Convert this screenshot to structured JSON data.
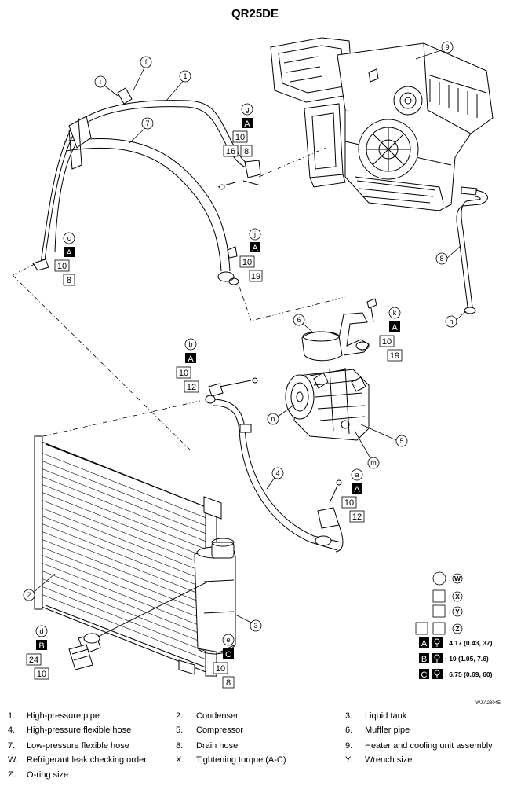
{
  "title": "QR25DE",
  "image_code": "WJIA2304E",
  "callouts": {
    "n1": "1",
    "n2": "2",
    "n3": "3",
    "n4": "4",
    "n5": "5",
    "n6": "6",
    "n7": "7",
    "n8": "8",
    "n9": "9",
    "a": "a",
    "b": "b",
    "c": "c",
    "d": "d",
    "e": "e",
    "f": "f",
    "g": "g",
    "h": "h",
    "i": "i",
    "j": "j",
    "k": "k",
    "m": "m",
    "n": "n"
  },
  "specs": {
    "g": {
      "torque": "A",
      "o1": "10",
      "o2": "16",
      "o3": "8"
    },
    "j": {
      "torque": "A",
      "o1": "10",
      "o2": "19"
    },
    "c": {
      "torque": "A",
      "o1": "10",
      "o2": "8"
    },
    "k": {
      "torque": "A",
      "o1": "10",
      "o2": "19"
    },
    "b": {
      "torque": "A",
      "o1": "10",
      "o2": "12"
    },
    "a": {
      "torque": "A",
      "o1": "10",
      "o2": "12"
    },
    "d": {
      "torque": "B",
      "o1": "24",
      "o2": "10"
    },
    "e": {
      "torque": "C",
      "o1": "10",
      "o2": "8"
    }
  },
  "legend": {
    "w": "W",
    "x": "X",
    "y": "Y",
    "z": "Z",
    "A": {
      "letter": "A",
      "value": ": 4.17 (0.43, 37)"
    },
    "B": {
      "letter": "B",
      "value": ": 10 (1.05, 7.6)"
    },
    "C": {
      "letter": "C",
      "value": ": 6.75 (0.69, 60)"
    }
  },
  "parts": [
    {
      "key": "1.",
      "label": "High-pressure pipe"
    },
    {
      "key": "2.",
      "label": "Condenser"
    },
    {
      "key": "3.",
      "label": "Liquid tank"
    },
    {
      "key": "4.",
      "label": "High-pressure flexible hose"
    },
    {
      "key": "5.",
      "label": "Compressor"
    },
    {
      "key": "6.",
      "label": "Muffler pipe"
    },
    {
      "key": "7.",
      "label": "Low-pressure flexible hose"
    },
    {
      "key": "8.",
      "label": "Drain hose"
    },
    {
      "key": "9.",
      "label": "Heater and cooling unit assembly"
    },
    {
      "key": "W.",
      "label": "Refrigerant leak checking order"
    },
    {
      "key": "X.",
      "label": "Tightening torque (A-C)"
    },
    {
      "key": "Y.",
      "label": "Wrench size"
    },
    {
      "key": "Z.",
      "label": "O-ring size"
    }
  ]
}
